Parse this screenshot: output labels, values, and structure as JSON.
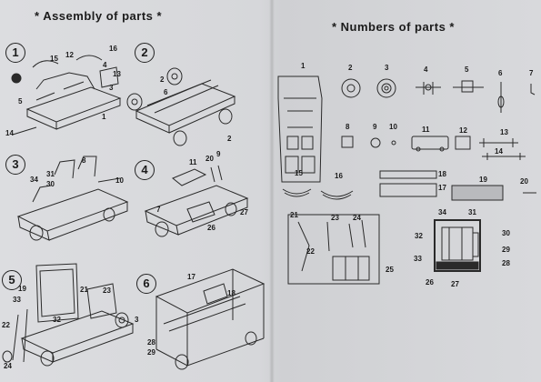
{
  "titles": {
    "assembly": "* Assembly of parts *",
    "numbers": "* Numbers of parts *"
  },
  "steps": [
    "1",
    "2",
    "3",
    "4",
    "5",
    "6"
  ],
  "assembly_labels": {
    "s1": [
      "15",
      "12",
      "16",
      "4",
      "13",
      "3",
      "5",
      "1",
      "14"
    ],
    "s2": [
      "2",
      "6",
      "2"
    ],
    "s3": [
      "8",
      "34",
      "31",
      "30",
      "10"
    ],
    "s4": [
      "11",
      "20",
      "9",
      "27",
      "26",
      "7"
    ],
    "s5": [
      "19",
      "21",
      "23",
      "33",
      "32",
      "22",
      "24",
      "3"
    ],
    "s6": [
      "17",
      "18",
      "28",
      "29"
    ]
  },
  "part_labels": [
    "1",
    "2",
    "3",
    "4",
    "5",
    "6",
    "7",
    "8",
    "9",
    "10",
    "11",
    "12",
    "13",
    "14",
    "15",
    "16",
    "18",
    "17",
    "19",
    "20",
    "21",
    "23",
    "24",
    "22",
    "25",
    "34",
    "31",
    "32",
    "33",
    "30",
    "29",
    "28",
    "26",
    "27"
  ]
}
